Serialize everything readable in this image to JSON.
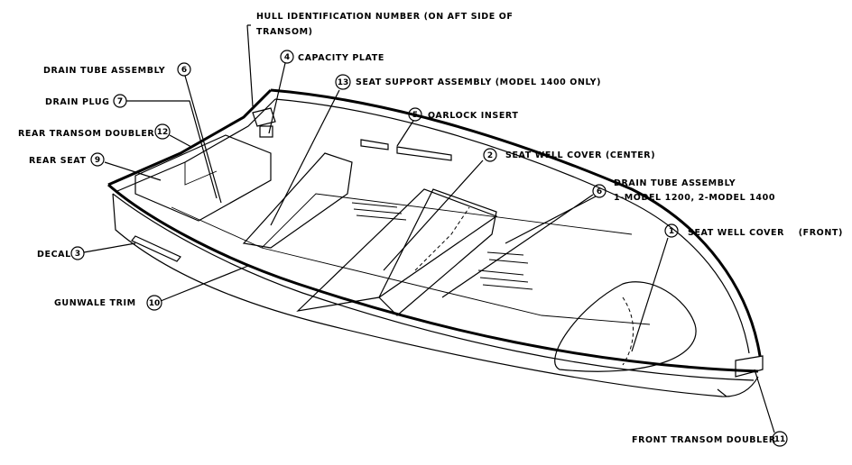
{
  "callouts": {
    "hull_id": {
      "text_line1": "HULL IDENTIFICATION NUMBER (ON AFT SIDE OF",
      "text_line2": "TRANSOM)"
    },
    "capacity_plate": {
      "number": "4",
      "text": "CAPACITY PLATE"
    },
    "seat_support": {
      "number": "13",
      "text": "SEAT SUPPORT ASSEMBLY (MODEL 1400 ONLY)"
    },
    "oarlock_insert": {
      "number": "5",
      "text": "OARLOCK INSERT"
    },
    "seat_well_center": {
      "number": "2",
      "text": "SEAT WELL COVER (CENTER)"
    },
    "drain_tube_right": {
      "number": "6",
      "text_line1": "DRAIN TUBE ASSEMBLY",
      "text_line2": "1-MODEL 1200, 2-MODEL 1400"
    },
    "seat_well_front": {
      "number": "1",
      "text": "SEAT WELL COVER    (FRONT)"
    },
    "front_transom_doubler": {
      "number": "11",
      "text": "FRONT TRANSOM DOUBLER"
    },
    "drain_tube_left": {
      "number": "6",
      "text": "DRAIN TUBE ASSEMBLY"
    },
    "drain_plug": {
      "number": "7",
      "text": "DRAIN PLUG"
    },
    "rear_transom_doubler": {
      "number": "12",
      "text": "REAR TRANSOM DOUBLER"
    },
    "rear_seat": {
      "number": "9",
      "text": "REAR SEAT"
    },
    "decal": {
      "number": "3",
      "text": "DECAL"
    },
    "gunwale_trim": {
      "number": "10",
      "text": "GUNWALE TRIM"
    }
  }
}
